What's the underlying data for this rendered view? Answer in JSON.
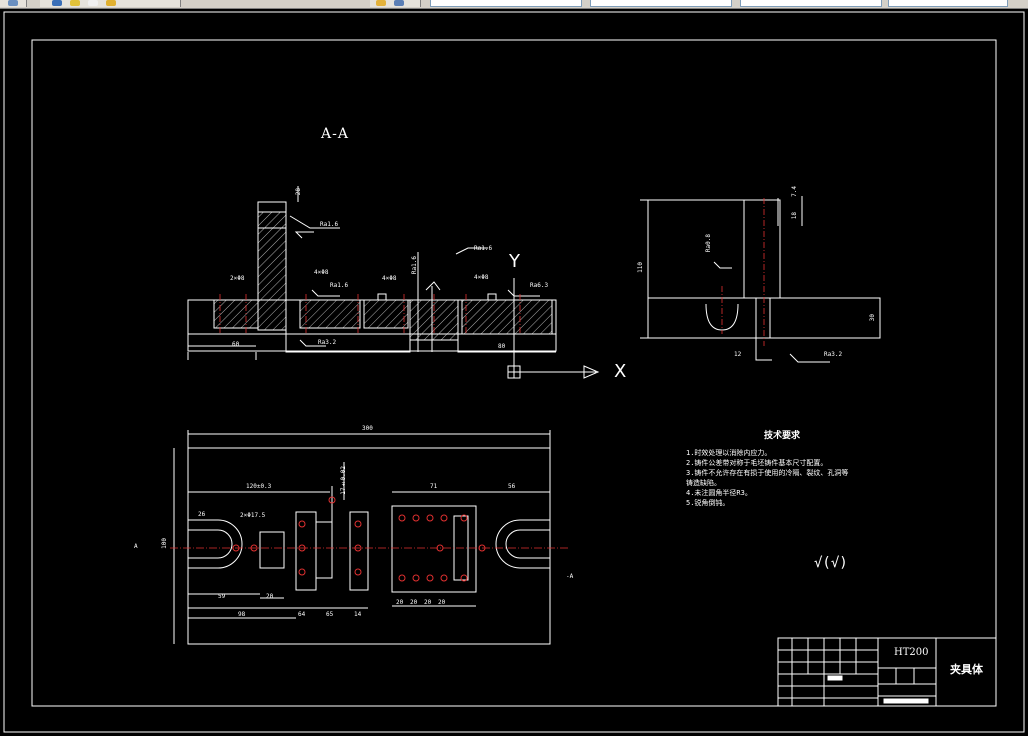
{
  "drawing": {
    "section_label": "A-A",
    "axis_x": "X",
    "axis_y": "Y",
    "tech_title": "技术要求",
    "tech_lines": [
      "1.时效处理以消除内应力。",
      "2.铸件公差带对称于毛坯铸件基本尺寸配置。",
      "3.铸件不允许存在有损于使用的冷隔、裂纹、孔洞等",
      "铸造缺陷。",
      "4.未注圆角半径R3。",
      "5.锐角倒钝。"
    ],
    "roughness_symbol": "√(√)",
    "title_block": {
      "material": "HT200",
      "part_name": "夹具体"
    },
    "section_dims": {
      "d_top": "28",
      "r1": "Ra1.6",
      "r2": "Ra1.6",
      "r3": "Ra3.2",
      "r4": "Ra1.6",
      "r5": "Ra6.3",
      "r6": "Ra1.6",
      "w1": "60",
      "w2": "80",
      "d1": "2×Φ8",
      "d2": "4×Φ8",
      "d3": "4×Φ8",
      "d4": "4×Φ8"
    },
    "side_dims": {
      "h1": "110",
      "h2": "7.4",
      "h3": "18",
      "h4": "30",
      "r1": "Ra0.8",
      "r2": "Ra3.2",
      "c1": "12"
    },
    "plan_dims": {
      "overall": "300",
      "d1": "120±0.3",
      "d2": "17±0.02",
      "d3": "71",
      "d4": "56",
      "d5": "2×Φ17.5",
      "d6": "26",
      "d7": "59",
      "d8": "20",
      "d9": "98",
      "d10": "64",
      "d11": "65",
      "d12": "14",
      "d13": "20",
      "d14": "20",
      "d15": "20",
      "d16": "20",
      "d17": "100",
      "d18": "A",
      "d19": "-A"
    }
  }
}
